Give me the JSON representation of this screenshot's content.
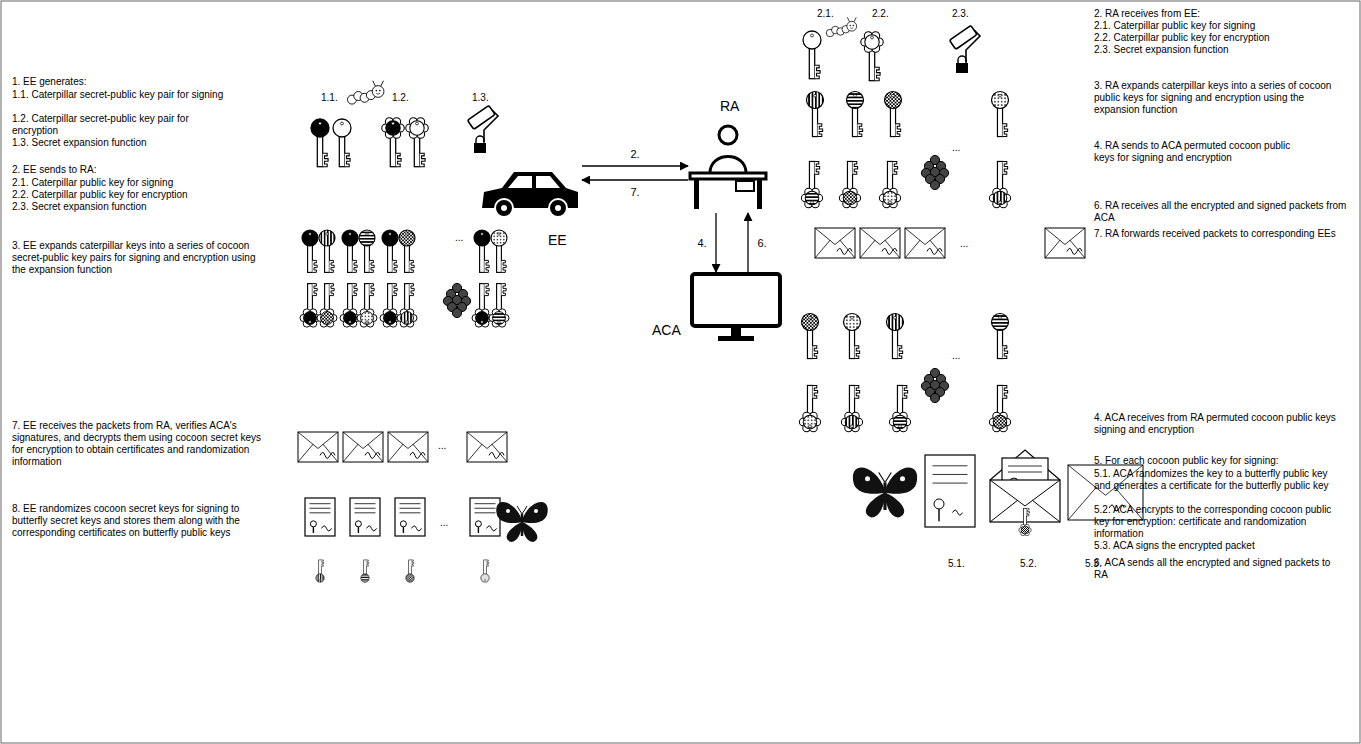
{
  "diagram": {
    "nodes": [
      {
        "text": [
          "EE"
        ]
      },
      {
        "text": [
          "RA"
        ]
      },
      {
        "text": [
          "ACA"
        ]
      }
    ],
    "edges": [
      {
        "from": 0,
        "to": 1,
        "arrow": "to",
        "label": "2."
      },
      {
        "from": 1,
        "to": 0,
        "arrow": "to",
        "label": "7."
      },
      {
        "from": 1,
        "to": 2,
        "arrow": "to",
        "label": "4."
      },
      {
        "from": 2,
        "to": 1,
        "arrow": "to",
        "label": "6."
      }
    ],
    "labels": [
      "1. EE generates:",
      "1.1. Caterpillar secret-public key pair for signing",
      "1.2. Caterpillar secret-public key pair for encryption",
      "1.3. Secret expansion function",
      "1.1.",
      "1.2.",
      "1.3.",
      "2. EE sends to RA:",
      "2.1. Caterpillar public key for signing",
      "2.2. Caterpillar public key for encryption",
      "2.3. Secret expansion function",
      "3. EE expands caterpillar keys into a series of cocoon secret-public key pairs for signing and encryption using the expansion function",
      "...",
      "7. EE receives the packets from RA, verifies ACA's signatures, and decrypts them using cocoon secret keys for encryption to obtain certificates and randomization information",
      "...",
      "8. EE randomizes cocoon secret keys for signing to butterfly secret keys and stores them along with the corresponding certificates on butterfly public keys",
      "...",
      "2.1.",
      "2.2.",
      "2.3.",
      "2. RA receives from EE:",
      "2.1. Caterpillar public key for signing",
      "2.2. Caterpillar public key for encryption",
      "2.3. Secret expansion function",
      "3. RA expands caterpillar keys into a series of cocoon public keys for signing and encryption using the expansion function",
      "4. RA sends to ACA permuted cocoon public keys for signing and encryption",
      "...",
      "6. RA receives all the encrypted and signed packets from ACA",
      "7. RA forwards received packets to corresponding EEs",
      "...",
      "4. ACA receives from RA permuted cocoon public keys signing and encryption",
      "...",
      "5. For each cocoon public key for signing:",
      "5.1. ACA randomizes the key to a butterfly public key and generates a certificate for the butterfly public key",
      "5.2. ACA encrypts to the corresponding cocoon public key for encryption: certificate and randomization information",
      "5.3. ACA signs the encrypted packet",
      "6. ACA sends all the encrypted and signed packets to RA",
      "5.1.",
      "5.2.",
      "5.3."
    ]
  }
}
